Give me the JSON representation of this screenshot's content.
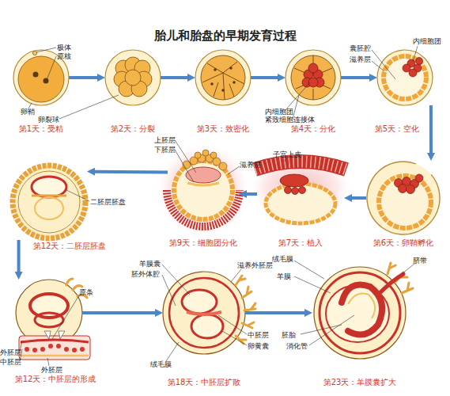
{
  "diagram": {
    "title": "胎儿和胎盘的早期发育过程",
    "nodes": [
      {
        "text": [
          "第1天：受精"
        ]
      },
      {
        "text": [
          "第2天：分裂"
        ]
      },
      {
        "text": [
          "第3天：致密化"
        ]
      },
      {
        "text": [
          "第4天：分化"
        ]
      },
      {
        "text": [
          "第5天：空化"
        ]
      },
      {
        "text": [
          "第6天：卵鞘孵化"
        ]
      },
      {
        "text": [
          "第7天：植入"
        ]
      },
      {
        "text": [
          "第9天：细胞团分化"
        ]
      },
      {
        "text": [
          "第12天：二胚层胚盘"
        ]
      },
      {
        "text": [
          "第12天：中胚层的形成"
        ]
      },
      {
        "text": [
          "第18天：中胚层扩散"
        ]
      },
      {
        "text": [
          "第23天：羊膜囊扩大"
        ]
      }
    ],
    "edges": [
      {
        "from": 0,
        "to": 1,
        "arrow": "to"
      },
      {
        "from": 1,
        "to": 2,
        "arrow": "to"
      },
      {
        "from": 2,
        "to": 3,
        "arrow": "to"
      },
      {
        "from": 3,
        "to": 4,
        "arrow": "to"
      },
      {
        "from": 4,
        "to": 5,
        "arrow": "to"
      },
      {
        "from": 5,
        "to": 6,
        "arrow": "to"
      },
      {
        "from": 6,
        "to": 7,
        "arrow": "to"
      },
      {
        "from": 7,
        "to": 8,
        "arrow": "to"
      },
      {
        "from": 8,
        "to": 9,
        "arrow": "to"
      },
      {
        "from": 9,
        "to": 10,
        "arrow": "to"
      },
      {
        "from": 10,
        "to": 11,
        "arrow": "to"
      }
    ],
    "labels": [
      "极体",
      "原核",
      "卵鞘",
      "卵裂球",
      "内细胞团",
      "紧致细胞连接体",
      "囊胚腔",
      "滋养层",
      "内细胞团",
      "子宫上皮",
      "上胚层",
      "下胚层",
      "滋养层",
      "二胚层胚盘",
      "羊膜囊",
      "胚外体腔",
      "滋养外胚层",
      "中胚层",
      "卵黄囊",
      "绒毛膜",
      "原条",
      "外胚层",
      "中胚层",
      "外胚层",
      "绒毛膜",
      "羊膜",
      "脐带",
      "胚胎",
      "消化管"
    ]
  }
}
